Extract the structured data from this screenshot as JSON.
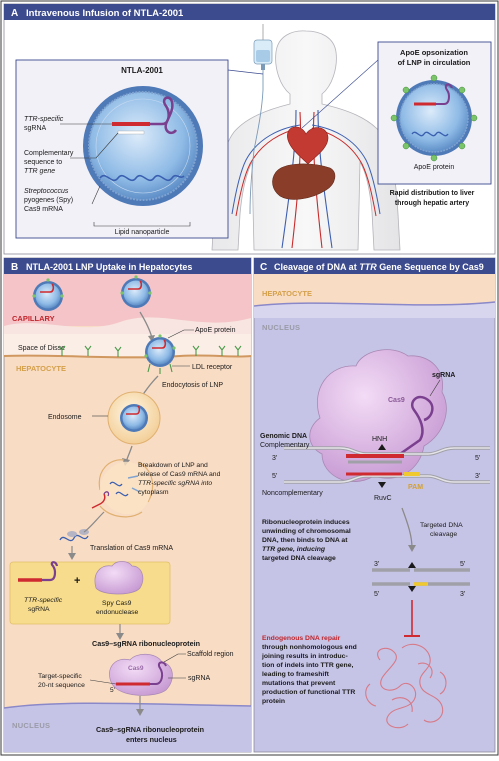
{
  "panel_a": {
    "letter": "A",
    "title": "Intravenous Infusion of NTLA-2001",
    "lnp_title": "NTLA-2001",
    "label_sgrna_1": "TTR-specific",
    "label_sgrna_2": "sgRNA",
    "label_comp_1": "Complementary",
    "label_comp_2": "sequence to",
    "label_comp_3": "TTR gene",
    "label_spy_1": "Streptococcus",
    "label_spy_2": "pyogenes (Spy)",
    "label_spy_3": "Cas9 mRNA",
    "label_lnp": "Lipid nanoparticle",
    "apoe_title_1": "ApoE opsonization",
    "apoe_title_2": "of LNP in circulation",
    "apoe_protein": "ApoE protein",
    "rapid_1": "Rapid distribution to liver",
    "rapid_2": "through hepatic artery"
  },
  "panel_b": {
    "letter": "B",
    "title": "NTLA-2001 LNP Uptake in Hepatocytes",
    "capillary": "CAPILLARY",
    "space_disse": "Space of Disse",
    "hepatocyte": "HEPATOCYTE",
    "apoe_protein": "ApoE protein",
    "ldl_receptor": "LDL receptor",
    "endocytosis": "Endocytosis of LNP",
    "endosome": "Endosome",
    "breakdown_1": "Breakdown of LNP and",
    "breakdown_2": "release of Cas9 mRNA and",
    "breakdown_3": "TTR-specific sgRNA into",
    "breakdown_4": "cytoplasm",
    "translation": "Translation of Cas9 mRNA",
    "plus": "+",
    "ttr_sgrna_1": "TTR-specific",
    "ttr_sgrna_2": "sgRNA",
    "spy_1": "Spy Cas9",
    "spy_2": "endonuclease",
    "rnp": "Cas9–sgRNA ribonucleoprotein",
    "scaffold": "Scaffold region",
    "sgrna": "sgRNA",
    "target_1": "Target-specific",
    "target_2": "20-nt sequence",
    "five_prime": "5'",
    "cas9": "Cas9",
    "nucleus": "NUCLEUS",
    "enters_1": "Cas9–sgRNA ribonucleoprotein",
    "enters_2": "enters nucleus"
  },
  "panel_c": {
    "letter": "C",
    "title_pre": "Cleavage of DNA at ",
    "title_gene": "TTR",
    "title_post": " Gene Sequence by Cas9",
    "hepatocyte": "HEPATOCYTE",
    "nucleus": "NUCLEUS",
    "sgrna": "sgRNA",
    "cas9": "Cas9",
    "genomic_1": "Genomic DNA",
    "genomic_2": "Complementary",
    "hnh": "HNH",
    "three_prime": "3'",
    "five_prime": "5'",
    "noncomp": "Noncomplementary",
    "pam": "PAM",
    "ruvc": "RuvC",
    "rnp_1": "Ribonucleoprotein induces",
    "rnp_2": "unwinding of chromosomal",
    "rnp_3": "DNA, then binds to DNA at",
    "rnp_4": "TTR gene, inducing",
    "rnp_5": "targeted DNA cleavage",
    "targeted_1": "Targeted DNA",
    "targeted_2": "cleavage",
    "repair_1": "Endogenous DNA repair",
    "repair_2": "through nonhomologous end",
    "repair_3": "joining results in introduc-",
    "repair_4": "tion of indels into TTR gene,",
    "repair_5": "leading to frameshift",
    "repair_6": "mutations that prevent",
    "repair_7": "production of functional TTR",
    "repair_8": "protein"
  },
  "colors": {
    "header": "#3c4a8e",
    "hepatocyte_bg": "#f8dcc4",
    "nucleus_bg": "#c6c4e6",
    "lnp_blue": "#6fa3d8",
    "cas9_purple": "#b880c8",
    "sgrna_red": "#cf2a2f",
    "capillary_pink": "#f4c4c8"
  }
}
